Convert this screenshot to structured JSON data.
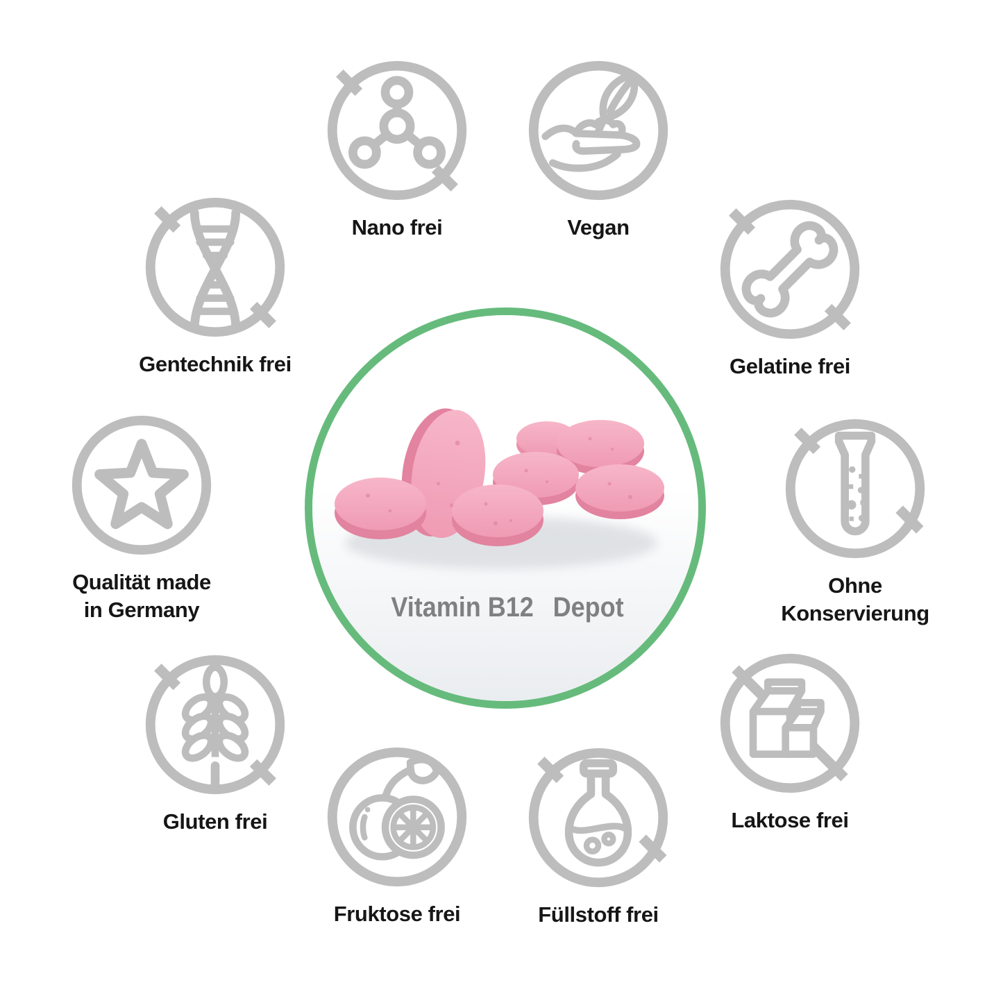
{
  "title": "Vitamin B12 Depot product feature infographic",
  "colors": {
    "icon_gray": "#bdbdbd",
    "label_text": "#161616",
    "ring_green": "#66bb7c",
    "center_text_gray": "#7f8081",
    "tablet_pink": "#f3a7bc",
    "tablet_pink_dark": "#e2839f"
  },
  "center": {
    "product_name_line1": "Vitamin B12",
    "product_name_line2": "Depot",
    "photo_description": "seven pink round tablets, one standing upright"
  },
  "features": [
    {
      "id": "nano-frei",
      "label": "Nano frei",
      "icon": "molecule-icon",
      "crossed": true
    },
    {
      "id": "vegan",
      "label": "Vegan",
      "icon": "seedling-hand-icon",
      "crossed": false
    },
    {
      "id": "gentechnik-frei",
      "label": "Gentechnik frei",
      "icon": "dna-icon",
      "crossed": true
    },
    {
      "id": "gelatine-frei",
      "label": "Gelatine frei",
      "icon": "bone-icon",
      "crossed": true
    },
    {
      "id": "qualitaet-germany",
      "label": "Qualität made\nin Germany",
      "icon": "star-icon",
      "crossed": false
    },
    {
      "id": "ohne-konservierung",
      "label": "Ohne\nKonservierung",
      "icon": "test-tube-icon",
      "crossed": true
    },
    {
      "id": "gluten-frei",
      "label": "Gluten frei",
      "icon": "wheat-icon",
      "crossed": true
    },
    {
      "id": "laktose-frei",
      "label": "Laktose frei",
      "icon": "milk-carton-icon",
      "crossed": true
    },
    {
      "id": "fruktose-frei",
      "label": "Fruktose frei",
      "icon": "fruit-icon",
      "crossed": false
    },
    {
      "id": "fuellstoff-frei",
      "label": "Füllstoff frei",
      "icon": "flask-icon",
      "crossed": true
    }
  ]
}
